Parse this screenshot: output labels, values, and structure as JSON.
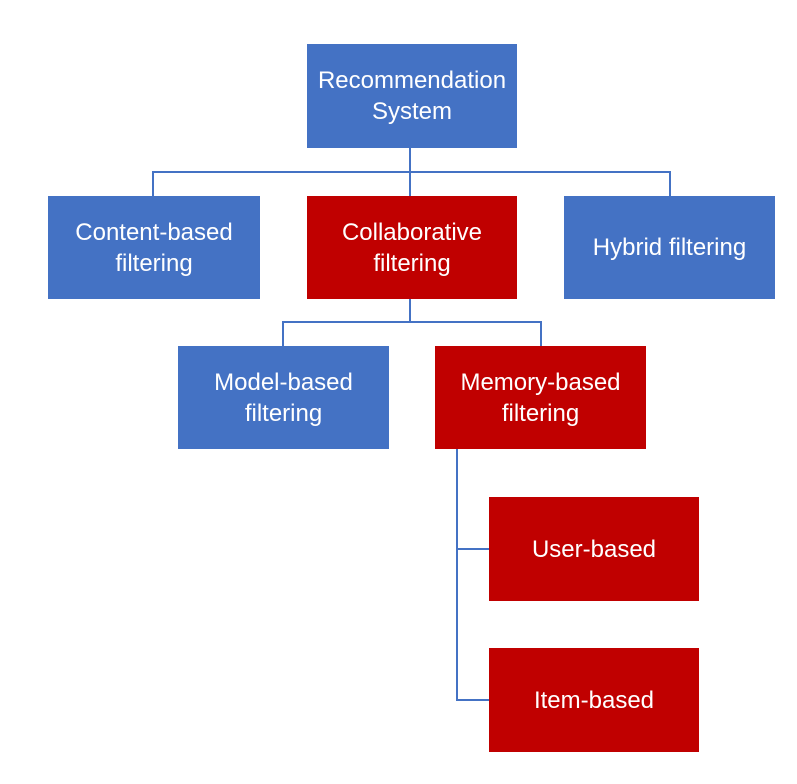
{
  "colors": {
    "primary_node": "#4472c4",
    "highlight_node": "#c00000",
    "connector": "#4472c4",
    "node_text": "#ffffff"
  },
  "nodes": {
    "root": "Recommendation System",
    "content_based": "Content-based filtering",
    "collaborative": "Collaborative filtering",
    "hybrid": "Hybrid filtering",
    "model_based": "Model-based filtering",
    "memory_based": "Memory-based filtering",
    "user_based": "User-based",
    "item_based": "Item-based"
  }
}
